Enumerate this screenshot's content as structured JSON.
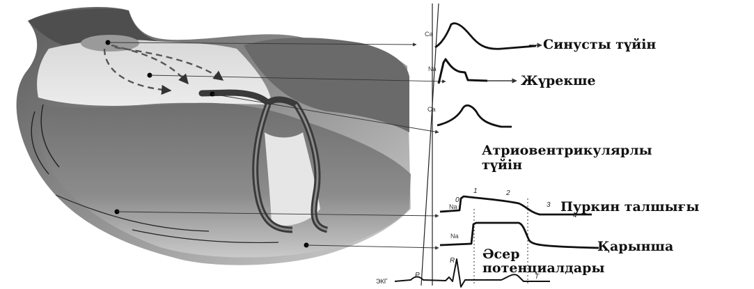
{
  "labels": {
    "sinus_node": "Синусты түйін",
    "atrium": "Жүрекше",
    "av_node_line1": "Атриовентрикулярлы",
    "av_node_line2": "түйін",
    "purkinje": "Пуркин талшығы",
    "ventricle": "Қарынша",
    "action_potentials_line1": "Әсер",
    "action_potentials_line2": "потенциалдары"
  },
  "ions": {
    "sinus": "Ca",
    "atrium": "Na",
    "av": "Ca",
    "purkinje": "Na",
    "ventricle": "Na"
  },
  "phases": {
    "p0": "0",
    "p1": "1",
    "p2": "2",
    "p3": "3",
    "p4": "4"
  },
  "ecg": {
    "label": "ЭКГ",
    "p": "P",
    "r": "R",
    "t": "T"
  }
}
